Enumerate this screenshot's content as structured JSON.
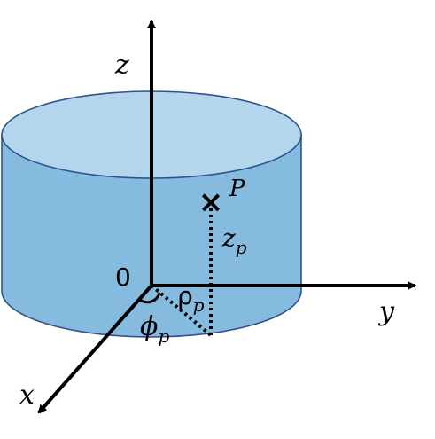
{
  "figure": {
    "colors": {
      "cylinder_side": "#86BBE0",
      "cylinder_top": "#B4D6EC",
      "cylinder_edge": "#2F528F",
      "axes": "#000000"
    },
    "axes": {
      "z_label": "z",
      "y_label": "y",
      "x_label": "x",
      "origin_label": "0"
    },
    "point": {
      "marker": "×",
      "label": "P",
      "z_label": "z",
      "z_sub": "p",
      "rho_label": "ρ",
      "rho_sub": "p",
      "phi_label": "ϕ",
      "phi_sub": "p"
    }
  }
}
